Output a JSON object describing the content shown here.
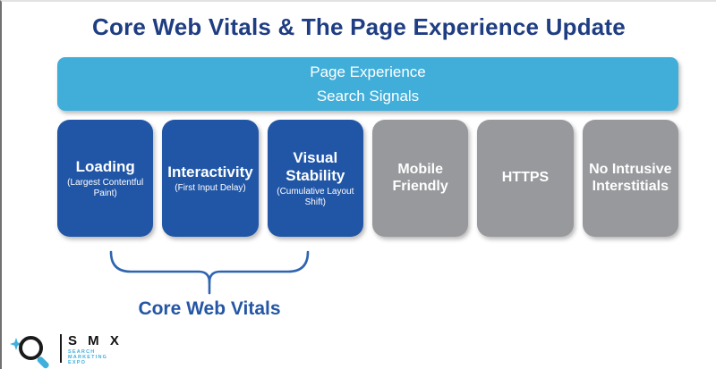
{
  "slide": {
    "title": "Core Web Vitals & The Page Experience Update",
    "title_color": "#1e3d82"
  },
  "banner": {
    "line1": "Page Experience",
    "line2": "Search Signals",
    "color": "#41aed9"
  },
  "signal_boxes": [
    {
      "label": "Loading",
      "sublabel": "(Largest Contentful Paint)",
      "group": "core-web-vitals",
      "color": "#2156a6"
    },
    {
      "label": "Interactivity",
      "sublabel": "(First Input Delay)",
      "group": "core-web-vitals",
      "color": "#2156a6"
    },
    {
      "label": "Visual Stability",
      "sublabel": "(Cumulative Layout Shift)",
      "group": "core-web-vitals",
      "color": "#2156a6"
    },
    {
      "label": "Mobile Friendly",
      "sublabel": "",
      "group": "other-signals",
      "color": "#97999c"
    },
    {
      "label": "HTTPS",
      "sublabel": "",
      "group": "other-signals",
      "color": "#97999c"
    },
    {
      "label": "No Intrusive Interstitials",
      "sublabel": "",
      "group": "other-signals",
      "color": "#97999c"
    }
  ],
  "brace": {
    "label": "Core Web Vitals",
    "color": "#2e64b0"
  },
  "logo": {
    "letters": "S M X",
    "tagline": [
      "SEARCH",
      "MARKETING",
      "EXPO"
    ],
    "accent_color": "#3fb0dc"
  }
}
